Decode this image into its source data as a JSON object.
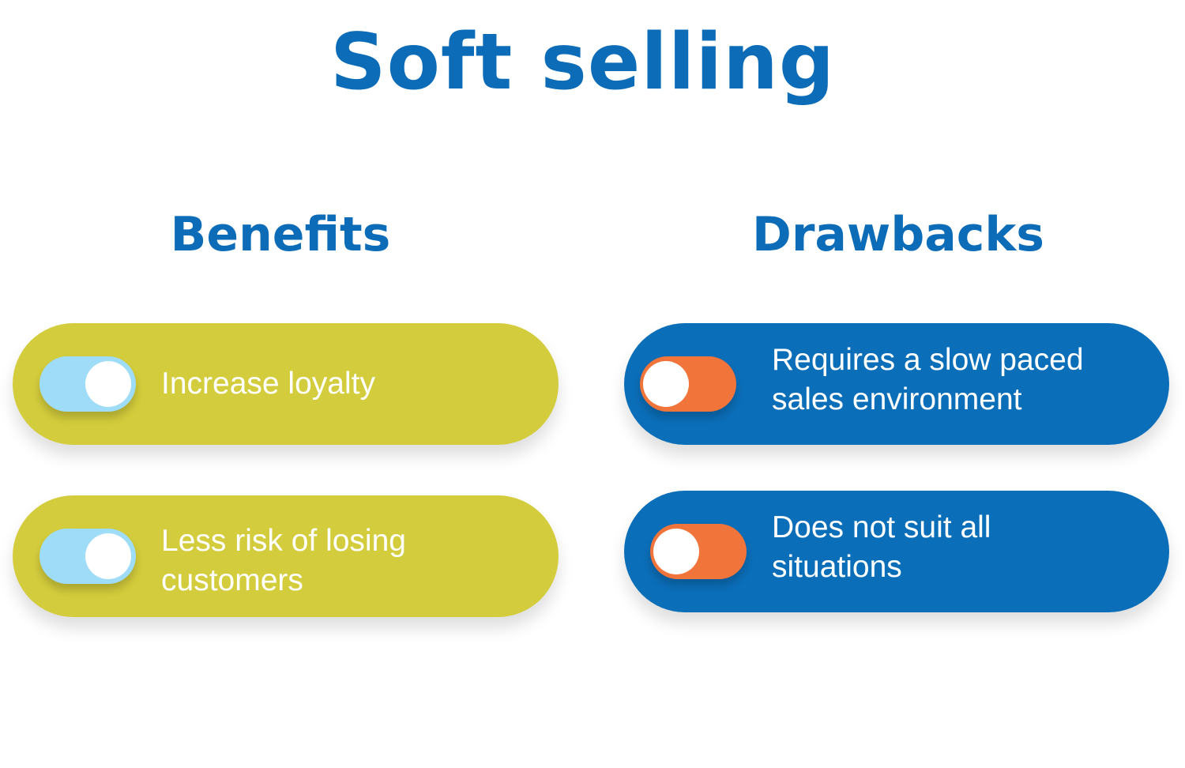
{
  "title": "Soft selling",
  "columns": {
    "benefits": {
      "heading": "Benefits",
      "color": "#d3cc3c",
      "toggle_color": "#9fdcf7",
      "items": [
        {
          "label": "Increase loyalty",
          "toggle_state": "on"
        },
        {
          "label": "Less risk of losing customers",
          "toggle_state": "on"
        }
      ]
    },
    "drawbacks": {
      "heading": "Drawbacks",
      "color": "#0b6eb8",
      "toggle_color": "#f1743a",
      "items": [
        {
          "label": "Requires a slow paced sales environment",
          "toggle_state": "off"
        },
        {
          "label": "Does not suit all situations",
          "toggle_state": "off"
        }
      ]
    }
  },
  "colors": {
    "heading_blue": "#0c6cb8",
    "background": "#ffffff"
  }
}
